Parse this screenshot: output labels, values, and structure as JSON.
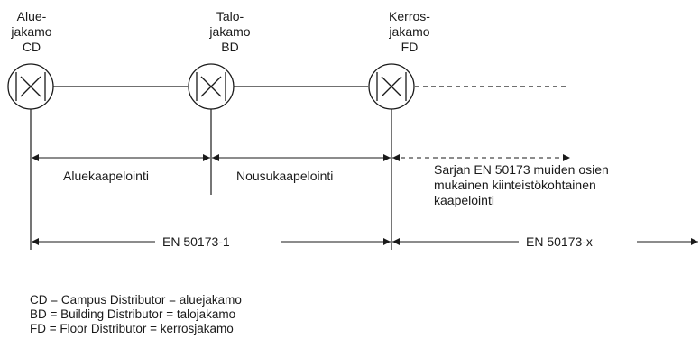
{
  "distributors": [
    {
      "lines": [
        "Alue-",
        "jakamo",
        "CD"
      ]
    },
    {
      "lines": [
        "Talo-",
        "jakamo",
        "BD"
      ]
    },
    {
      "lines": [
        "Kerros-",
        "jakamo",
        "FD"
      ]
    }
  ],
  "segments": {
    "campus": "Aluekaapelointi",
    "riser": "Nousukaapelointi",
    "other": [
      "Sarjan EN 50173 muiden osien",
      "mukainen kiinteistökohtainen",
      "kaapelointi"
    ]
  },
  "standards": {
    "left": "EN 50173-1",
    "right": "EN 50173-x"
  },
  "legend": [
    "CD = Campus Distributor = aluejakamo",
    "BD = Building Distributor = talojakamo",
    "FD = Floor Distributor = kerrosjakamo"
  ]
}
